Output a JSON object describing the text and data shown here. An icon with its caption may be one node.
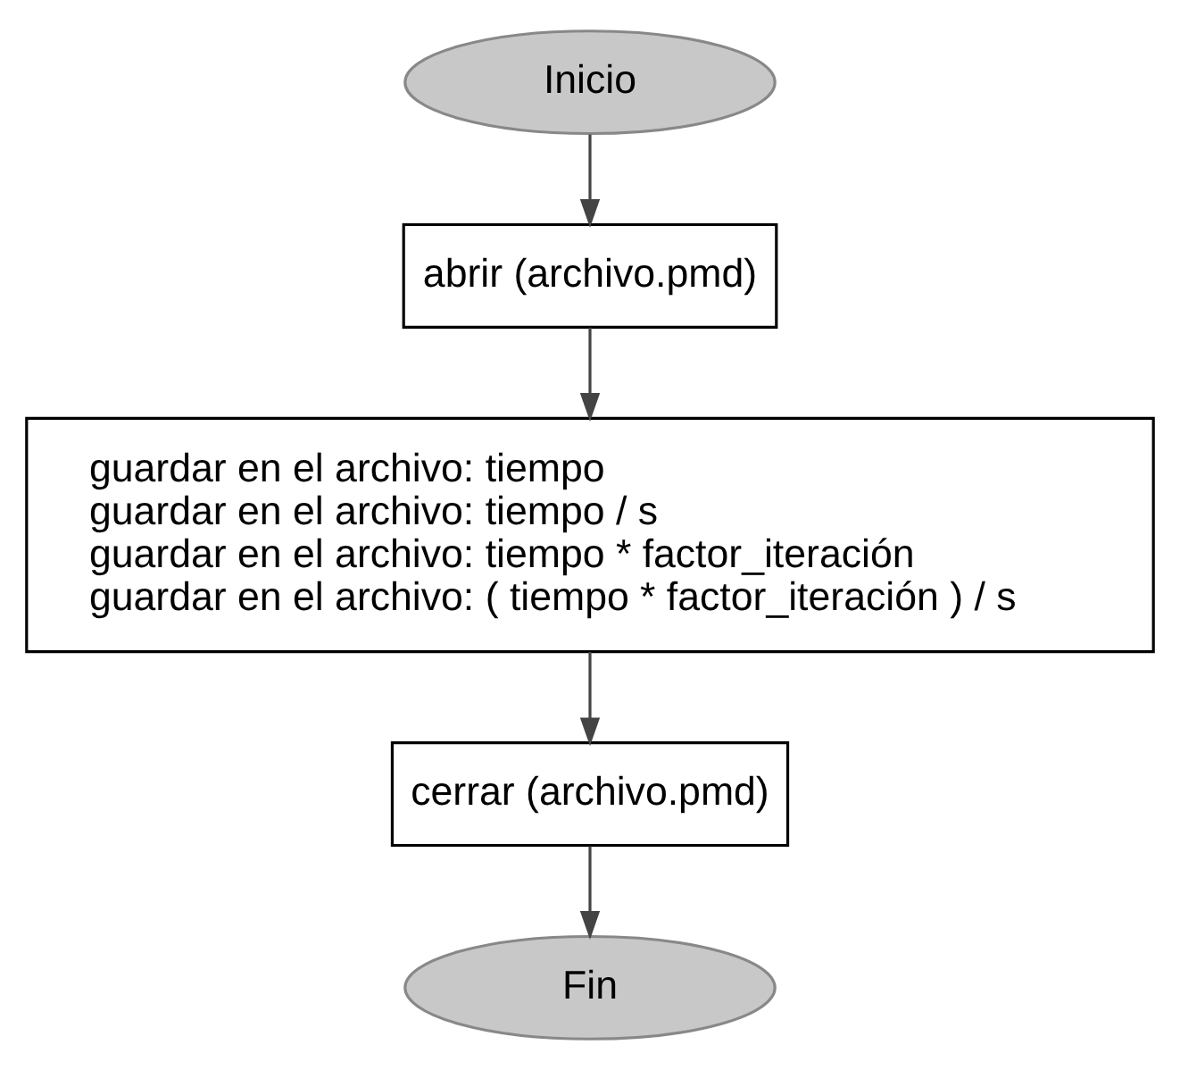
{
  "diagram": {
    "nodes": [
      {
        "text": [
          "Inicio"
        ]
      },
      {
        "text": [
          "abrir (archivo.pmd)"
        ]
      },
      {
        "text": [
          "guardar en el archivo: tiempo",
          "guardar en el archivo: tiempo / s",
          "guardar en el archivo: tiempo * factor_iteración",
          "guardar en el archivo: ( tiempo * factor_iteración ) / s"
        ]
      },
      {
        "text": [
          "cerrar (archivo.pmd)"
        ]
      },
      {
        "text": [
          "Fin"
        ]
      }
    ],
    "edges": [
      {
        "from": 0,
        "to": 1,
        "arrow": "to"
      },
      {
        "from": 1,
        "to": 2,
        "arrow": "to"
      },
      {
        "from": 2,
        "to": 3,
        "arrow": "to"
      },
      {
        "from": 3,
        "to": 4,
        "arrow": "to"
      }
    ]
  }
}
